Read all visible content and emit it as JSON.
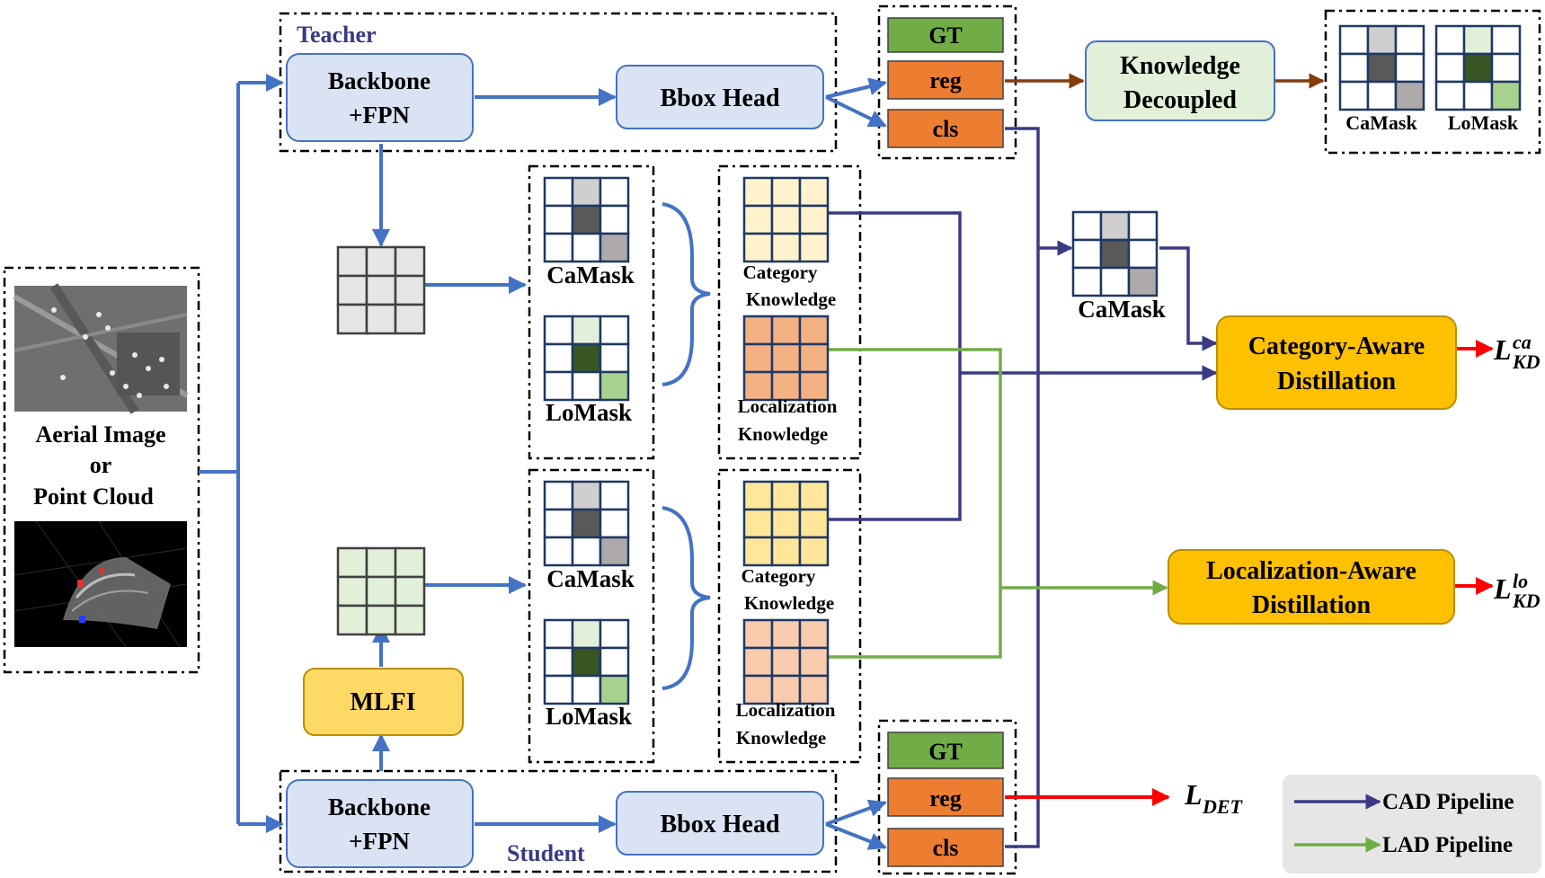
{
  "labels": {
    "teacher": "Teacher",
    "student": "Student",
    "backbone_line1": "Backbone",
    "backbone_line2": "+FPN",
    "bbox_head": "Bbox Head",
    "gt": "GT",
    "reg": "reg",
    "cls": "cls",
    "knowledge_decoupled_line1": "Knowledge",
    "knowledge_decoupled_line2": "Decoupled",
    "camask": "CaMask",
    "lomask": "LoMask",
    "category_line1": "Category",
    "category_line2": "Knowledge",
    "localization_line1": "Localization",
    "localization_line2": "Knowledge",
    "mlfi": "MLFI",
    "input_line1": "Aerial Image",
    "input_line2": "or",
    "input_line3": "Point Cloud",
    "cad_line1": "Category-Aware",
    "cad_line2": "Distillation",
    "lad_line1": "Localization-Aware",
    "lad_line2": "Distillation",
    "loss_ca_base": "L",
    "loss_ca_sup": "ca",
    "loss_ca_sub": "KD",
    "loss_lo_base": "L",
    "loss_lo_sup": "lo",
    "loss_lo_sub": "KD",
    "loss_det_base": "L",
    "loss_det_sub": "DET",
    "legend_cad": "CAD Pipeline",
    "legend_lad": "LAD Pipeline"
  },
  "colors": {
    "blue_arrow": "#4472c4",
    "cad_line": "#3b3a85",
    "lad_line": "#70ad47",
    "red_arrow": "#ff0000",
    "brown_arrow": "#843c0c",
    "module_fill": "#dae3f3",
    "gt_fill": "#70ad47",
    "reg_cls_fill": "#ed7d31",
    "distill_fill": "#ffc000",
    "mlfi_fill": "#ffd966",
    "decoupled_fill": "#e2f0d9",
    "teacher_title": "#3b3a85"
  },
  "icons": [
    "image-thumbnail",
    "point-cloud-thumbnail",
    "feature-grid",
    "mask-grid",
    "knowledge-grid"
  ]
}
